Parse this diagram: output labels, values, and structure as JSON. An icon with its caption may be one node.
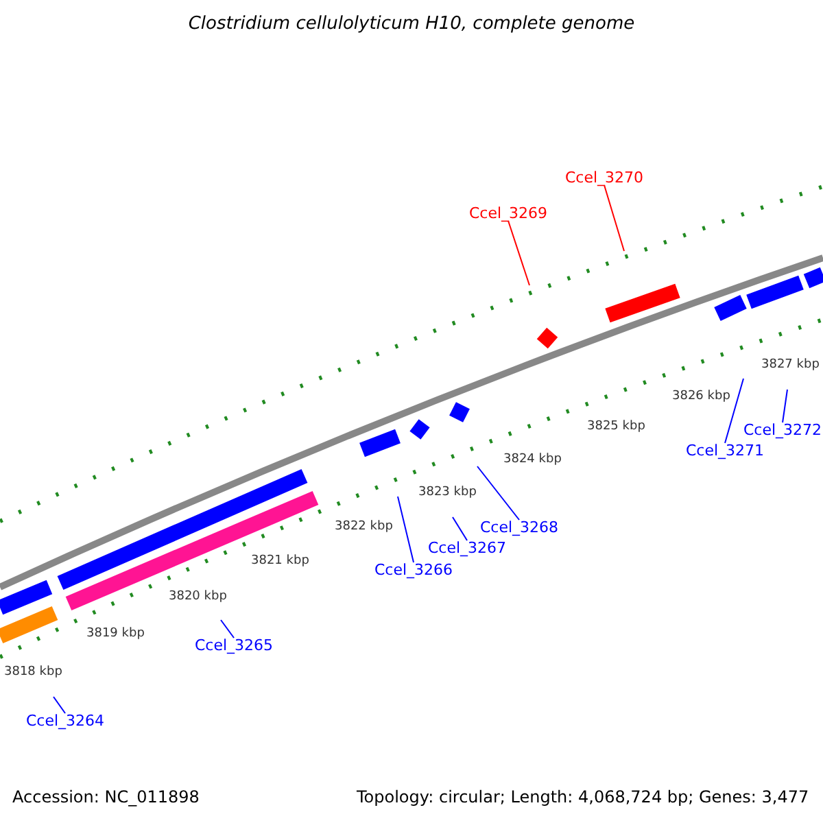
{
  "diagram": {
    "title": "Clostridium cellulolyticum H10, complete genome",
    "nodes": [
      {
        "text": [
          "Ccel_3270"
        ]
      },
      {
        "text": [
          "Ccel_3269"
        ]
      },
      {
        "text": [
          "Ccel_3271"
        ]
      },
      {
        "text": [
          "Ccel_3272"
        ]
      },
      {
        "text": [
          "Ccel_3268"
        ]
      },
      {
        "text": [
          "Ccel_3267"
        ]
      },
      {
        "text": [
          "Ccel_3266"
        ]
      },
      {
        "text": [
          "Ccel_3265"
        ]
      },
      {
        "text": [
          "Ccel_3264"
        ]
      }
    ],
    "edges": [
      {
        "from": 0,
        "to": null,
        "arrow": "none",
        "color": "#ff0000"
      },
      {
        "from": 1,
        "to": null,
        "arrow": "none",
        "color": "#ff0000"
      },
      {
        "from": 2,
        "to": null,
        "arrow": "none"
      },
      {
        "from": 3,
        "to": null,
        "arrow": "none"
      },
      {
        "from": 4,
        "to": null,
        "arrow": "none"
      },
      {
        "from": 5,
        "to": null,
        "arrow": "none"
      },
      {
        "from": 6,
        "to": null,
        "arrow": "none"
      },
      {
        "from": 7,
        "to": null,
        "arrow": "none"
      },
      {
        "from": 8,
        "to": null,
        "arrow": "none"
      }
    ],
    "labels": [
      "3827 kbp",
      "3826 kbp",
      "3825 kbp",
      "3824 kbp",
      "3823 kbp",
      "3822 kbp",
      "3821 kbp",
      "3820 kbp",
      "3819 kbp",
      "3818 kbp",
      "Accession: NC_011898",
      "Topology: circular; Length: 4,068,724 bp; Genes: 3,477"
    ]
  }
}
